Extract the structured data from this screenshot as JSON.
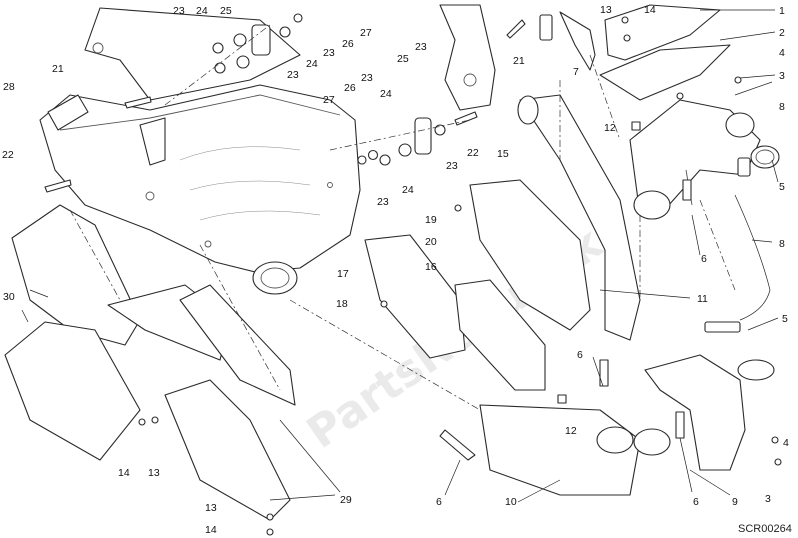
{
  "diagram": {
    "drawing_code": "SCR00264",
    "watermark_text": "PartsRepublik",
    "callouts": [
      {
        "id": "c1",
        "label": "1"
      },
      {
        "id": "c2",
        "label": "2"
      },
      {
        "id": "c3a",
        "label": "3"
      },
      {
        "id": "c3b",
        "label": "3"
      },
      {
        "id": "c4a",
        "label": "4"
      },
      {
        "id": "c4b",
        "label": "4"
      },
      {
        "id": "c5a",
        "label": "5"
      },
      {
        "id": "c5b",
        "label": "5"
      },
      {
        "id": "c6a",
        "label": "6"
      },
      {
        "id": "c6b",
        "label": "6"
      },
      {
        "id": "c6c",
        "label": "6"
      },
      {
        "id": "c6d",
        "label": "6"
      },
      {
        "id": "c7",
        "label": "7"
      },
      {
        "id": "c8a",
        "label": "8"
      },
      {
        "id": "c8b",
        "label": "8"
      },
      {
        "id": "c9",
        "label": "9"
      },
      {
        "id": "c10",
        "label": "10"
      },
      {
        "id": "c11",
        "label": "11"
      },
      {
        "id": "c12a",
        "label": "12"
      },
      {
        "id": "c12b",
        "label": "12"
      },
      {
        "id": "c13a",
        "label": "13"
      },
      {
        "id": "c13b",
        "label": "13"
      },
      {
        "id": "c13c",
        "label": "13"
      },
      {
        "id": "c14a",
        "label": "14"
      },
      {
        "id": "c14b",
        "label": "14"
      },
      {
        "id": "c14c",
        "label": "14"
      },
      {
        "id": "c15",
        "label": "15"
      },
      {
        "id": "c16",
        "label": "16"
      },
      {
        "id": "c17",
        "label": "17"
      },
      {
        "id": "c18",
        "label": "18"
      },
      {
        "id": "c19",
        "label": "19"
      },
      {
        "id": "c20",
        "label": "20"
      },
      {
        "id": "c21a",
        "label": "21"
      },
      {
        "id": "c21b",
        "label": "21"
      },
      {
        "id": "c22a",
        "label": "22"
      },
      {
        "id": "c22b",
        "label": "22"
      },
      {
        "id": "c23a",
        "label": "23"
      },
      {
        "id": "c23b",
        "label": "23"
      },
      {
        "id": "c23c",
        "label": "23"
      },
      {
        "id": "c23d",
        "label": "23"
      },
      {
        "id": "c23e",
        "label": "23"
      },
      {
        "id": "c23f",
        "label": "23"
      },
      {
        "id": "c23g",
        "label": "23"
      },
      {
        "id": "c24a",
        "label": "24"
      },
      {
        "id": "c24b",
        "label": "24"
      },
      {
        "id": "c24c",
        "label": "24"
      },
      {
        "id": "c24d",
        "label": "24"
      },
      {
        "id": "c25a",
        "label": "25"
      },
      {
        "id": "c25b",
        "label": "25"
      },
      {
        "id": "c26a",
        "label": "26"
      },
      {
        "id": "c26b",
        "label": "26"
      },
      {
        "id": "c27a",
        "label": "27"
      },
      {
        "id": "c27b",
        "label": "27"
      },
      {
        "id": "c28",
        "label": "28"
      },
      {
        "id": "c29",
        "label": "29"
      },
      {
        "id": "c30",
        "label": "30"
      }
    ]
  }
}
